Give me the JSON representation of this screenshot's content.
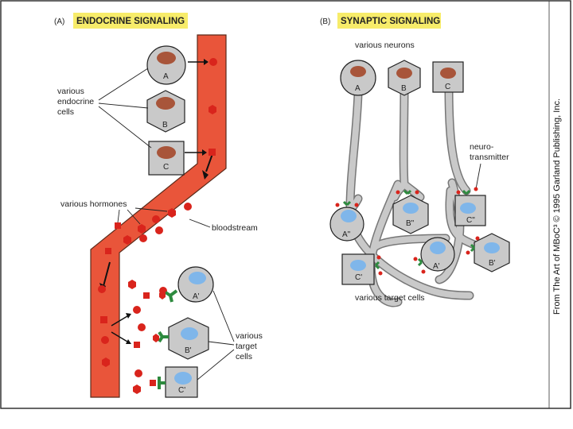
{
  "panel_a": {
    "tag": "(A)",
    "title": "ENDOCRINE SIGNALING",
    "label_cells": [
      "various",
      "endocrine",
      "cells"
    ],
    "label_hormones": "various hormones",
    "label_bloodstream": "bloodstream",
    "label_targets": [
      "various",
      "target",
      "cells"
    ],
    "cell_letters": [
      "A",
      "B",
      "C"
    ],
    "target_letters": [
      "A'",
      "B'",
      "C'"
    ]
  },
  "panel_b": {
    "tag": "(B)",
    "title": "SYNAPTIC SIGNALING",
    "label_neurons": "various neurons",
    "label_transmitter": [
      "neuro-",
      "transmitter"
    ],
    "label_targets": "various target cells",
    "neuron_letters": [
      "A",
      "B",
      "C"
    ],
    "target_letters": [
      "A\"",
      "B\"",
      "C\"",
      "C'",
      "A'",
      "B'"
    ]
  },
  "credit": "From The Art of MBoC³ © 1995 Garland Publishing, Inc.",
  "colors": {
    "highlight": "#f7ec6a",
    "blood": "#e9553a",
    "hormone": "#d9241c",
    "nucleus": "#a8553a",
    "target_nucleus": "#7fb6ea",
    "cell_fill": "#c9c9c9",
    "receptor": "#2d8a3e"
  }
}
